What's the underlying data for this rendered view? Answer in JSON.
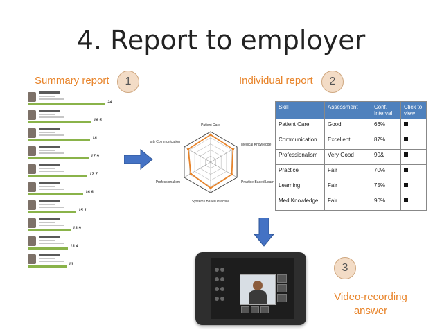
{
  "title": "4. Report to employer",
  "labels": {
    "summary": "Summary report",
    "individual": "Individual report",
    "video_line1": "Video-recording",
    "video_line2": "answer"
  },
  "steps": [
    "1",
    "2",
    "3"
  ],
  "colors": {
    "label": "#e8842a",
    "arrow": "#4472c4",
    "table_header": "#4f81bd",
    "circle": "#f3dcc6"
  },
  "icons": [
    "right-arrow-icon",
    "down-arrow-icon"
  ],
  "radar": {
    "axes": [
      "Patient Care",
      "Medical Knowledge",
      "Practice Based Learning and Improvement",
      "Systems Based Practice",
      "Professionalism",
      "Interpersonal Skills & Communication"
    ]
  },
  "table": {
    "headers": [
      "Skill",
      "Assessment",
      "Conf. Interval",
      "Click to view"
    ],
    "rows": [
      [
        "Patient Care",
        "Good",
        "66%"
      ],
      [
        "Communication",
        "Excellent",
        "87%"
      ],
      [
        "Professionalism",
        "Very Good",
        "90&"
      ],
      [
        "Practice",
        "Fair",
        "70%"
      ],
      [
        "Learning",
        "Fair",
        "75%"
      ],
      [
        "Med Knowledge",
        "Fair",
        "90%"
      ]
    ]
  },
  "summary_scores": [
    "24",
    "18.5",
    "18",
    "17.9",
    "17.7",
    "16.8",
    "15.1",
    "13.9",
    "13.4",
    "13"
  ]
}
